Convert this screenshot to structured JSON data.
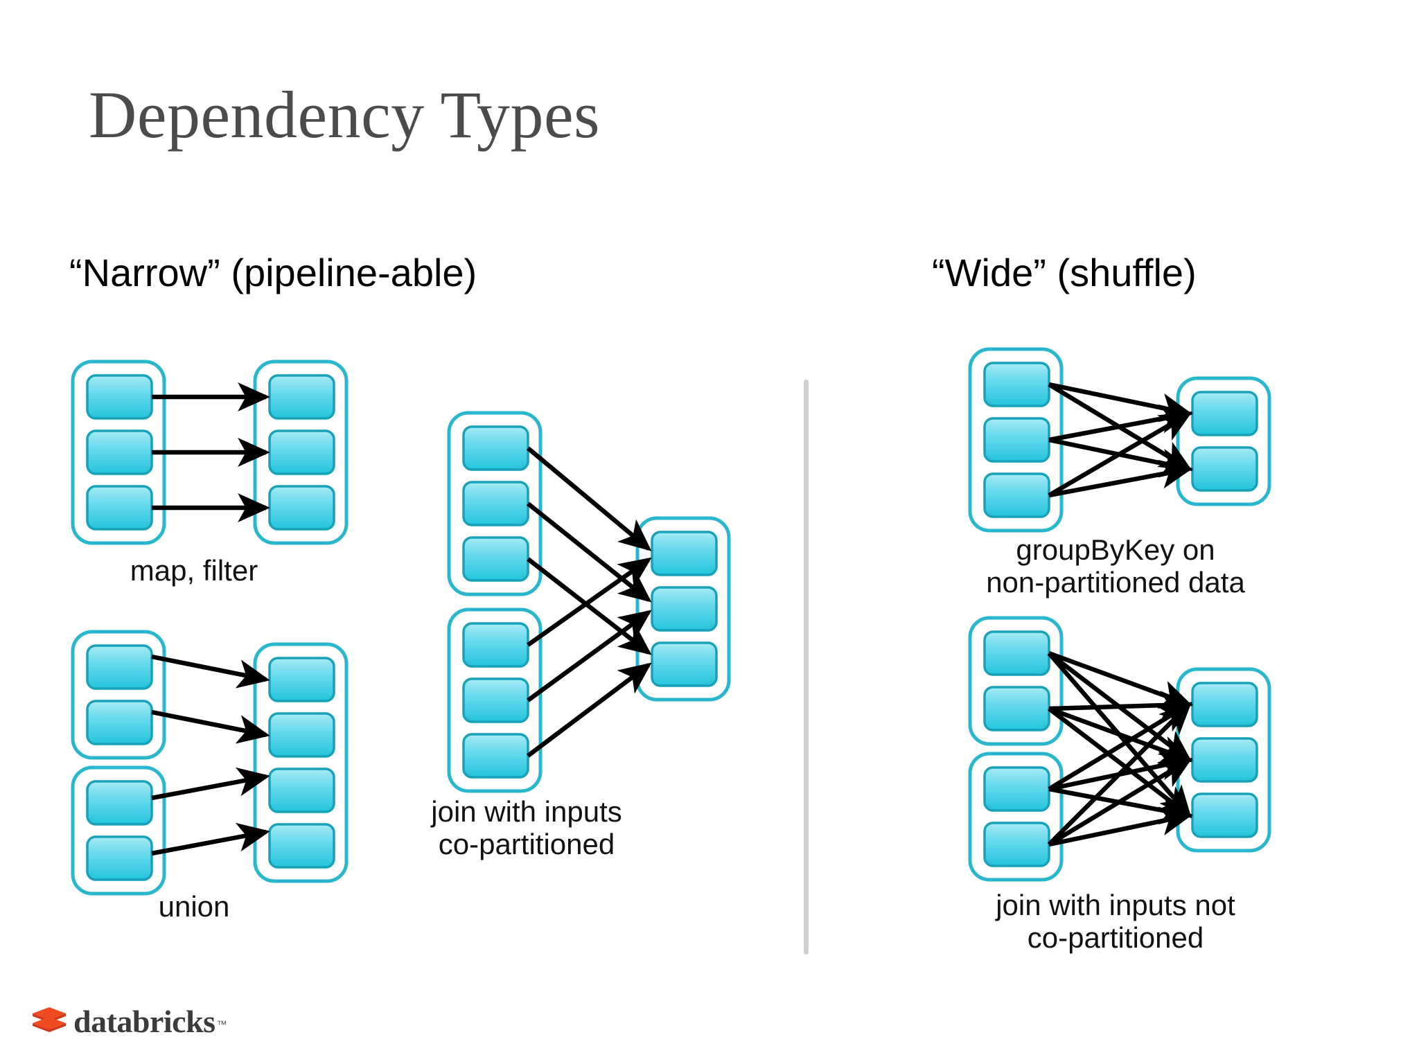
{
  "slide": {
    "title": "Dependency Types",
    "background_color": "#ffffff",
    "title_color": "#4b4b4b"
  },
  "columns": {
    "narrow": {
      "heading": "“Narrow” (pipeline-able)"
    },
    "wide": {
      "heading": "“Wide” (shuffle)"
    }
  },
  "captions": {
    "map_filter": "map, filter",
    "union": "union",
    "join_copartitioned": "join with inputs\nco-partitioned",
    "group_by_key": "groupByKey on\nnon-partitioned data",
    "join_not_copartitioned": "join with inputs not\nco-partitioned"
  },
  "logo": {
    "wordmark": "databricks",
    "trademark": "™",
    "brick_color": "#f04a23",
    "brick_color_dark": "#d2391a",
    "wordmark_color": "#3b3b3b"
  },
  "palette": {
    "container_border": "#29b7cd",
    "partition_border": "#17a2b8",
    "partition_fill_top": "#9be6f2",
    "partition_fill_mid": "#5fd7ea",
    "partition_fill_bottom": "#2ec7de",
    "arrow_color": "#000000",
    "divider_color": "#cfcfcf"
  },
  "chart_data": {
    "type": "diagram",
    "title": "Dependency Types",
    "description": "Spark RDD dependency types: narrow (pipeline-able) versus wide (shuffle) dependencies, drawn as partition boxes grouped inside RDD containers and connected by arrows.",
    "diagrams": [
      {
        "id": "map-filter",
        "group": "narrow",
        "caption": "map, filter",
        "source_containers": [
          {
            "partitions": 3
          }
        ],
        "target_containers": [
          {
            "partitions": 3
          }
        ],
        "edges": [
          [
            0,
            0
          ],
          [
            1,
            1
          ],
          [
            2,
            2
          ]
        ],
        "edge_count": 3
      },
      {
        "id": "union",
        "group": "narrow",
        "caption": "union",
        "source_containers": [
          {
            "partitions": 2
          },
          {
            "partitions": 2
          }
        ],
        "target_containers": [
          {
            "partitions": 4
          }
        ],
        "edges": [
          [
            0,
            0
          ],
          [
            1,
            1
          ],
          [
            2,
            2
          ],
          [
            3,
            3
          ]
        ],
        "edge_count": 4
      },
      {
        "id": "join-copartitioned",
        "group": "narrow",
        "caption": "join with inputs co-partitioned",
        "source_containers": [
          {
            "partitions": 3
          },
          {
            "partitions": 3
          }
        ],
        "target_containers": [
          {
            "partitions": 3
          }
        ],
        "edges": [
          [
            0,
            0
          ],
          [
            1,
            1
          ],
          [
            2,
            2
          ],
          [
            3,
            0
          ],
          [
            4,
            1
          ],
          [
            5,
            2
          ]
        ],
        "edge_count": 6
      },
      {
        "id": "group-by-key",
        "group": "wide",
        "caption": "groupByKey on non-partitioned data",
        "source_containers": [
          {
            "partitions": 3
          }
        ],
        "target_containers": [
          {
            "partitions": 2
          }
        ],
        "edges": [
          [
            0,
            0
          ],
          [
            0,
            1
          ],
          [
            1,
            0
          ],
          [
            1,
            1
          ],
          [
            2,
            0
          ],
          [
            2,
            1
          ]
        ],
        "edge_count": 6
      },
      {
        "id": "join-not-copartitioned",
        "group": "wide",
        "caption": "join with inputs not co-partitioned",
        "source_containers": [
          {
            "partitions": 2
          },
          {
            "partitions": 2
          }
        ],
        "target_containers": [
          {
            "partitions": 3
          }
        ],
        "edges": [
          [
            0,
            0
          ],
          [
            0,
            1
          ],
          [
            0,
            2
          ],
          [
            1,
            0
          ],
          [
            1,
            1
          ],
          [
            1,
            2
          ],
          [
            2,
            0
          ],
          [
            2,
            1
          ],
          [
            2,
            2
          ],
          [
            3,
            0
          ],
          [
            3,
            1
          ],
          [
            3,
            2
          ]
        ],
        "edge_count": 12
      }
    ]
  }
}
